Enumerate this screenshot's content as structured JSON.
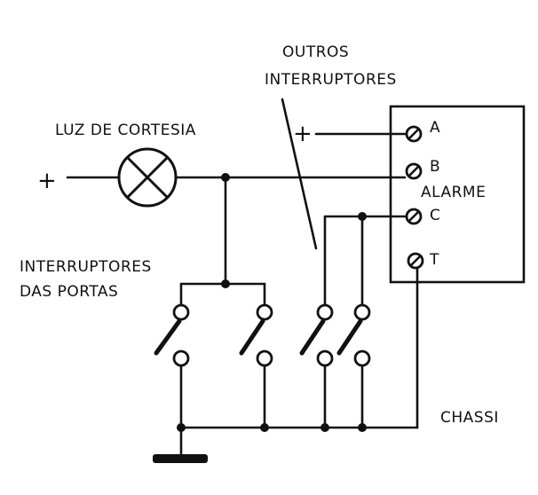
{
  "labels": {
    "courtesy_light": "LUZ DE CORTESIA",
    "other_switches_line1": "OUTROS",
    "other_switches_line2": "INTERRUPTORES",
    "door_switches_line1": "INTERRUPTORES",
    "door_switches_line2": "DAS PORTAS",
    "alarm": "ALARME",
    "chassis": "CHASSI"
  },
  "signs": {
    "plus_left": "+",
    "plus_alarm": "+"
  },
  "terminals": {
    "a": "A",
    "b": "B",
    "c": "C",
    "t": "T"
  },
  "icons": [
    "lamp-icon",
    "switch-icon",
    "ground-icon",
    "terminal-icon"
  ]
}
